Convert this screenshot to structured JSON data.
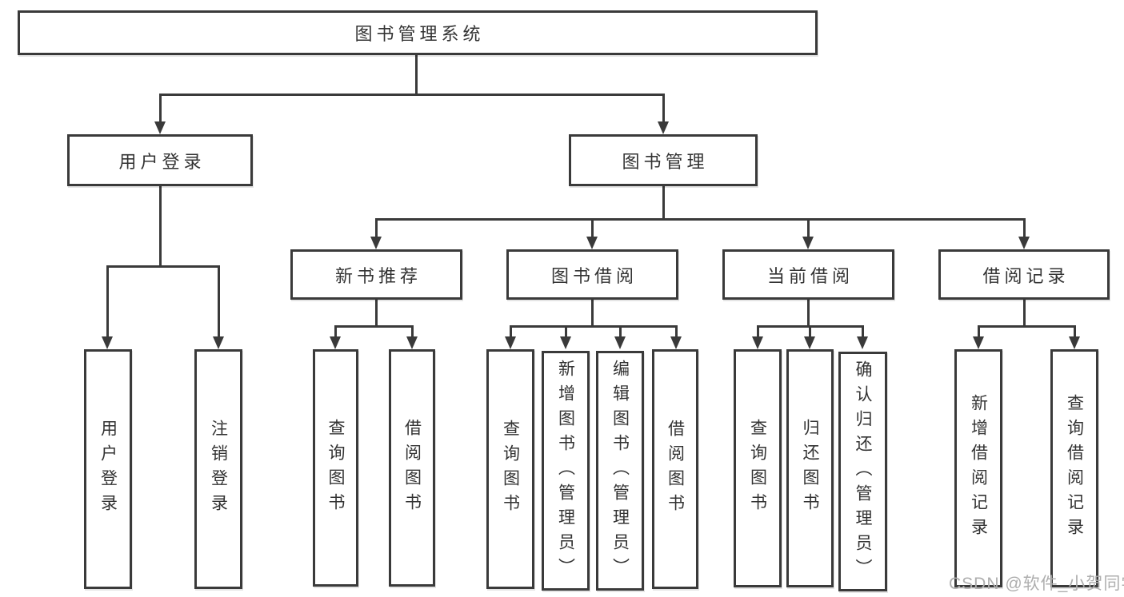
{
  "title": "图书管理系统",
  "watermark": "CSDN @软件_小贺同学",
  "colors": {
    "line": "#3a3a3a",
    "text": "#333333",
    "watermark": "#aeaeae",
    "background": "#ffffff"
  },
  "nodes": {
    "root": "图书管理系统",
    "user_login": "用户登录",
    "book_mgmt": "图书管理",
    "new_book": "新书推荐",
    "book_borrow": "图书借阅",
    "current_borrow": "当前借阅",
    "borrow_record": "借阅记录",
    "leaf_user_login": "用户登录",
    "leaf_logout": "注销登录",
    "leaf_query_book_nb": "查询图书",
    "leaf_borrow_book_nb": "借阅图书",
    "leaf_query_book_bb": "查询图书",
    "leaf_add_book": "新增图书（管理员）",
    "leaf_edit_book": "编辑图书（管理员）",
    "leaf_borrow_book_bb": "借阅图书",
    "leaf_query_book_cb": "查询图书",
    "leaf_return_book": "归还图书",
    "leaf_confirm_return": "确认归还（管理员）",
    "leaf_add_record": "新增借阅记录",
    "leaf_query_record": "查询借阅记录"
  }
}
